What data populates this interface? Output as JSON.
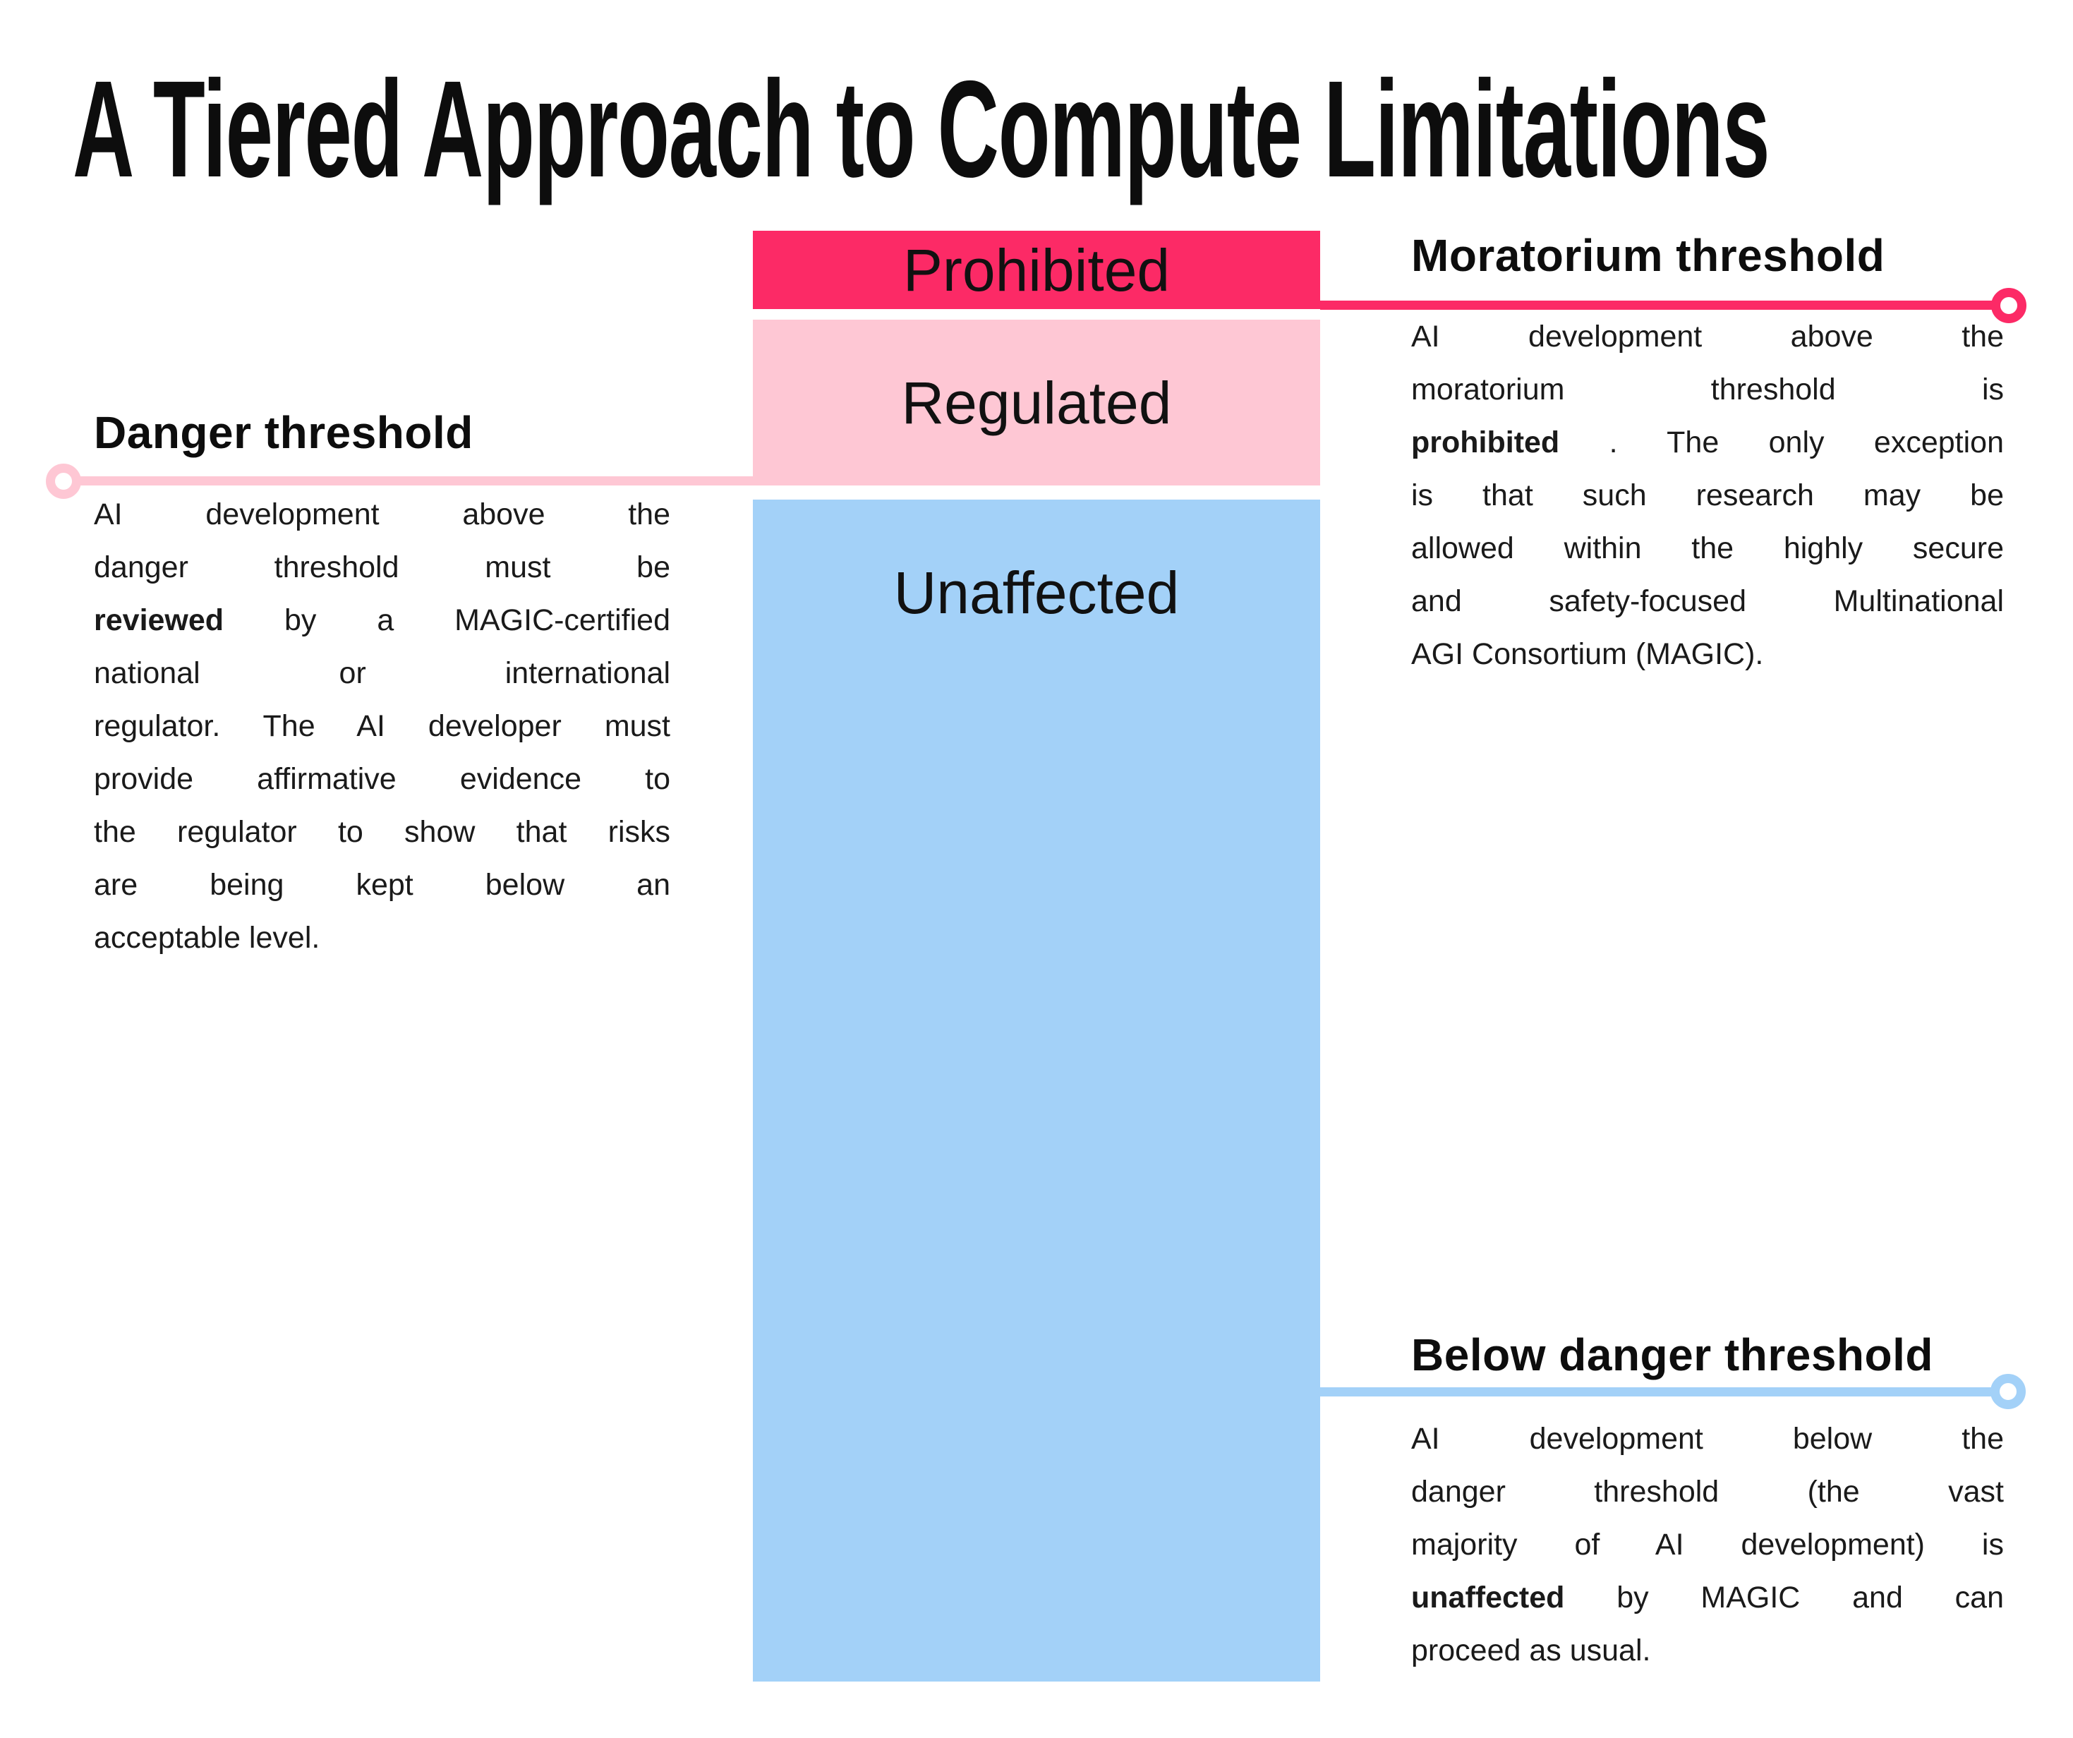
{
  "title": "A Tiered Approach to Compute Limitations",
  "colors": {
    "magenta": "#FC2A66",
    "light_pink": "#FEC7D4",
    "light_blue": "#A3D1F8",
    "text": "#111111",
    "background": "#FFFFFF"
  },
  "tiers": [
    {
      "label": "Prohibited",
      "color": "#FC2A66"
    },
    {
      "label": "Regulated",
      "color": "#FEC7D4"
    },
    {
      "label": "Unaffected",
      "color": "#A3D1F8"
    }
  ],
  "annotations": {
    "moratorium": {
      "heading": "Moratorium threshold",
      "body_lines": [
        "AI development above the",
        "moratorium threshold is",
        "**prohibited** . The only exception",
        "is that such research may be",
        "allowed within the highly secure",
        "and safety-focused Multinational",
        "AGI Consortium (MAGIC)."
      ]
    },
    "danger": {
      "heading": "Danger threshold",
      "body_lines": [
        "AI development above the",
        "danger threshold must be",
        "**reviewed** by a MAGIC-certified",
        "national or international",
        "regulator. The AI developer must",
        "provide affirmative evidence to",
        "the regulator to show that risks",
        "are being kept below an",
        "acceptable level."
      ]
    },
    "below": {
      "heading": "Below danger threshold",
      "body_lines": [
        "AI development below the",
        "danger threshold (the vast",
        "majority of AI development) is",
        "**unaffected** by MAGIC and can",
        "proceed as usual."
      ]
    }
  }
}
